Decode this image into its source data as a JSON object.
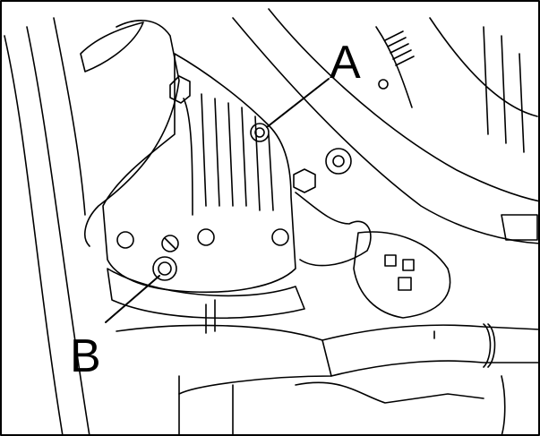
{
  "labels": {
    "a": "A",
    "b": "B"
  },
  "callouts": [
    {
      "label": "A",
      "points_to": "fill-plug"
    },
    {
      "label": "B",
      "points_to": "drain-plug"
    }
  ],
  "colors": {
    "line": "#000000",
    "background": "#ffffff"
  }
}
